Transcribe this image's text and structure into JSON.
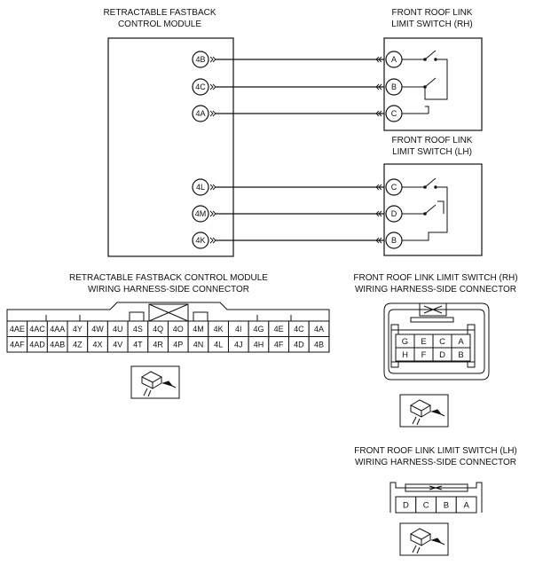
{
  "module": {
    "title_line1": "RETRACTABLE FASTBACK",
    "title_line2": "CONTROL MODULE",
    "pins": [
      "4B",
      "4C",
      "4A",
      "4L",
      "4M",
      "4K"
    ]
  },
  "switch_rh": {
    "title_line1": "FRONT ROOF LINK",
    "title_line2": "LIMIT SWITCH (RH)",
    "pins": [
      "A",
      "B",
      "C"
    ]
  },
  "switch_lh": {
    "title_line1": "FRONT ROOF LINK",
    "title_line2": "LIMIT SWITCH (LH)",
    "pins": [
      "C",
      "D",
      "B"
    ]
  },
  "module_connector": {
    "title_line1": "RETRACTABLE FASTBACK CONTROL MODULE",
    "title_line2": "WIRING HARNESS-SIDE CONNECTOR",
    "row1": [
      "4AE",
      "4AC",
      "4AA",
      "4Y",
      "4W",
      "4U",
      "4S",
      "4Q",
      "4O",
      "4M",
      "4K",
      "4I",
      "4G",
      "4E",
      "4C",
      "4A"
    ],
    "row2": [
      "4AF",
      "4AD",
      "4AB",
      "4Z",
      "4X",
      "4V",
      "4T",
      "4R",
      "4P",
      "4N",
      "4L",
      "4J",
      "4H",
      "4F",
      "4D",
      "4B"
    ]
  },
  "rh_connector": {
    "title_line1": "FRONT ROOF LINK LIMIT SWITCH (RH)",
    "title_line2": "WIRING HARNESS-SIDE CONNECTOR",
    "row1": [
      "G",
      "E",
      "C",
      "A"
    ],
    "row2": [
      "H",
      "F",
      "D",
      "B"
    ]
  },
  "lh_connector": {
    "title_line1": "FRONT ROOF LINK LIMIT SWITCH (LH)",
    "title_line2": "WIRING HARNESS-SIDE CONNECTOR",
    "row1": [
      "D",
      "C",
      "B",
      "A"
    ]
  }
}
